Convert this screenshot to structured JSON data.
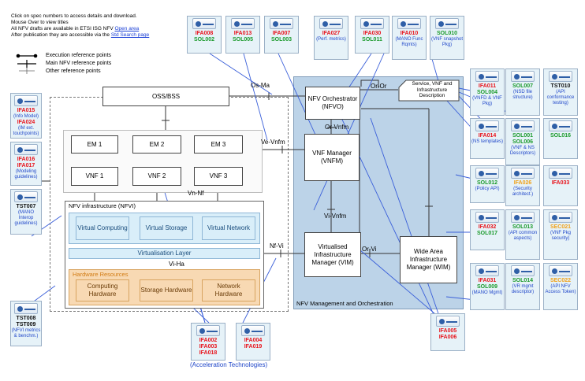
{
  "info": {
    "line1": "Click on spec numbers to access details and download.",
    "line2": "Mouse Over to view titles",
    "line3_prefix": "All NFV drafts are available in ETSI ISG NFV",
    "line3_link": "Open area",
    "line4_prefix": "After publication they are accessible via the",
    "line4_link": "Std Search page"
  },
  "legend": {
    "exec": "Execution reference points",
    "main": "Main NFV reference points",
    "other": "Other reference points"
  },
  "arch": {
    "oss": "OSS/BSS",
    "osma": "Os-Ma",
    "em1": "EM 1",
    "em2": "EM 2",
    "em3": "EM 3",
    "vnf1": "VNF 1",
    "vnf2": "VNF 2",
    "vnf3": "VNF 3",
    "vevnfm": "Ve-Vnfm",
    "vnnf": "Vn-Nf",
    "nfvi_title": "NFV infrastructure (NFVI)",
    "vcomp": "Virtual Computing",
    "vstor": "Virtual Storage",
    "vnet": "Virtual Network",
    "virt_layer": "Virtualisation Layer",
    "viha": "Vi-Ha",
    "hw_title": "Hardware Resources",
    "chw": "Computing Hardware",
    "shw": "Storage Hardware",
    "nhw": "Network Hardware",
    "nfvi_ref": "Nf-Vi",
    "nfvo": "NFV Orchestrator (NFVO)",
    "oror": "Or-Or",
    "orvnfm": "Or-Vnfm",
    "vnfm": "VNF Manager (VNFM)",
    "vivnfm": "Vi-Vnfm",
    "vim": "Virtualised Infrastructure Manager (VIM)",
    "orvi": "Or-Vi",
    "wim": "Wide Area Infrastructure Manager (WIM)",
    "svc": "Service, VNF and Infrastructure Description",
    "mano_title": "NFV Management and Orchestration",
    "accel": "(Acceleration Technologies)"
  },
  "specs": [
    {
      "id": "s1",
      "lines": [
        [
          "IFA008",
          "red"
        ],
        [
          "SOL002",
          "green"
        ]
      ]
    },
    {
      "id": "s2",
      "lines": [
        [
          "IFA013",
          "red"
        ],
        [
          "SOL005",
          "green"
        ]
      ]
    },
    {
      "id": "s3",
      "lines": [
        [
          "IFA007",
          "red"
        ],
        [
          "SOL003",
          "green"
        ]
      ]
    },
    {
      "id": "s4",
      "lines": [
        [
          "IFA027",
          "red"
        ],
        [
          "(Perf. metrics)",
          "blue"
        ]
      ]
    },
    {
      "id": "s5",
      "lines": [
        [
          "IFA030",
          "red"
        ],
        [
          "SOL011",
          "green"
        ]
      ]
    },
    {
      "id": "s6",
      "lines": [
        [
          "IFA010",
          "red"
        ],
        [
          "(MANO Func Rqmts)",
          "blue"
        ]
      ]
    },
    {
      "id": "s7",
      "lines": [
        [
          "SOL010",
          "green"
        ],
        [
          "(VNF snapshot Pkg)",
          "blue"
        ]
      ]
    },
    {
      "id": "s8",
      "lines": [
        [
          "IFA011",
          "red"
        ],
        [
          "SOL004",
          "green"
        ],
        [
          "(VNFD & VNF Pkg)",
          "blue"
        ]
      ]
    },
    {
      "id": "s9",
      "lines": [
        [
          "SOL007",
          "green"
        ],
        [
          "(NSD file structure)",
          "blue"
        ]
      ]
    },
    {
      "id": "s10",
      "lines": [
        [
          "TST010",
          "black"
        ],
        [
          "(API conformance testing)",
          "blue"
        ]
      ]
    },
    {
      "id": "s11",
      "lines": [
        [
          "IFA014",
          "red"
        ],
        [
          "(NS templates)",
          "blue"
        ]
      ]
    },
    {
      "id": "s12",
      "lines": [
        [
          "SOL001",
          "green"
        ],
        [
          "SOL006",
          "green"
        ],
        [
          "(VNF & NS Descriptors)",
          "blue"
        ]
      ]
    },
    {
      "id": "s13",
      "lines": [
        [
          "SOL016",
          "green"
        ]
      ]
    },
    {
      "id": "s14",
      "lines": [
        [
          "SOL012",
          "green"
        ],
        [
          "(Policy API)",
          "blue"
        ]
      ]
    },
    {
      "id": "s15",
      "lines": [
        [
          "IFA026",
          "orange"
        ],
        [
          "(Security architect.)",
          "blue"
        ]
      ]
    },
    {
      "id": "s16",
      "lines": [
        [
          "IFA033",
          "red"
        ]
      ]
    },
    {
      "id": "s17",
      "lines": [
        [
          "IFA032",
          "red"
        ],
        [
          "SOL017",
          "green"
        ]
      ]
    },
    {
      "id": "s18",
      "lines": [
        [
          "SOL013",
          "green"
        ],
        [
          "(API common aspects)",
          "blue"
        ]
      ]
    },
    {
      "id": "s19",
      "lines": [
        [
          "SEC021",
          "orange"
        ],
        [
          "(VNF Pkg security)",
          "blue"
        ]
      ]
    },
    {
      "id": "s20",
      "lines": [
        [
          "IFA031",
          "red"
        ],
        [
          "SOL009",
          "green"
        ],
        [
          "(MANO Mgmt)",
          "blue"
        ]
      ]
    },
    {
      "id": "s21",
      "lines": [
        [
          "SOL014",
          "green"
        ],
        [
          "(VR mgmt descriptor)",
          "blue"
        ]
      ]
    },
    {
      "id": "s22",
      "lines": [
        [
          "SEC022",
          "orange"
        ],
        [
          "(API NFV Access Token)",
          "blue"
        ]
      ]
    },
    {
      "id": "s23",
      "lines": [
        [
          "IFA015",
          "red"
        ],
        [
          "(Info Model)",
          "blue"
        ],
        [
          "IFA024",
          "red"
        ],
        [
          "(IM ext. touchpoints)",
          "blue"
        ]
      ]
    },
    {
      "id": "s24",
      "lines": [
        [
          "IFA016",
          "red"
        ],
        [
          "IFA017",
          "red"
        ],
        [
          "(Modeling guidelines)",
          "blue"
        ]
      ]
    },
    {
      "id": "s25",
      "lines": [
        [
          "TST007",
          "black"
        ],
        [
          "(MANO Interop guidelines)",
          "blue"
        ]
      ]
    },
    {
      "id": "s26",
      "lines": [
        [
          "TST008",
          "black"
        ],
        [
          "TST009",
          "black"
        ],
        [
          "(NFVI metrics & benchm.)",
          "blue"
        ]
      ]
    },
    {
      "id": "s27",
      "lines": [
        [
          "IFA002",
          "red"
        ],
        [
          "IFA003",
          "red"
        ],
        [
          "IFA018",
          "red"
        ]
      ]
    },
    {
      "id": "s28",
      "lines": [
        [
          "IFA004",
          "red"
        ],
        [
          "IFA019",
          "red"
        ]
      ]
    },
    {
      "id": "s29",
      "lines": [
        [
          "IFA005",
          "red"
        ],
        [
          "IFA006",
          "red"
        ]
      ]
    }
  ]
}
